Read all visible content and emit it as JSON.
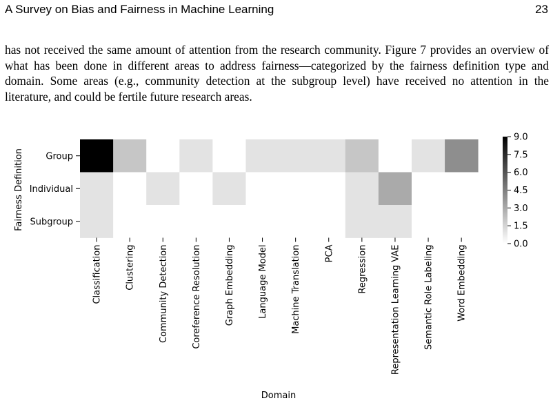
{
  "header": {
    "title": "A Survey on Bias and Fairness in Machine Learning",
    "page_number": "23"
  },
  "paragraph": "has not received the same amount of attention from the research community. Figure 7 provides an overview of what has been done in different areas to address fairness—categorized by the fairness definition type and domain. Some areas (e.g., community detection at the subgroup level) have received no attention in the literature, and could be fertile future research areas.",
  "chart_data": {
    "type": "heatmap",
    "xlabel": "Domain",
    "ylabel": "Fairness Definition",
    "columns": [
      "Classification",
      "Clustering",
      "Community Detection",
      "Coreference Resolution",
      "Graph Embedding",
      "Language Model",
      "Machine Translation",
      "PCA",
      "Regression",
      "Representation Learning VAE",
      "Semantic Role Labeling",
      "Word Embedding"
    ],
    "rows": [
      "Group",
      "Individual",
      "Subgroup"
    ],
    "values": [
      [
        9,
        2,
        0,
        1,
        0,
        1,
        1,
        1,
        2,
        0,
        1,
        4
      ],
      [
        1,
        0,
        1,
        0,
        1,
        0,
        0,
        0,
        1,
        3,
        0,
        0
      ],
      [
        1,
        0,
        0,
        0,
        0,
        0,
        0,
        0,
        1,
        1,
        0,
        0
      ]
    ],
    "colorbar": {
      "min": 0,
      "max": 9,
      "ticks": [
        "0.0",
        "1.5",
        "3.0",
        "4.5",
        "6.0",
        "7.5",
        "9.0"
      ],
      "colormap": "white-to-black"
    }
  }
}
